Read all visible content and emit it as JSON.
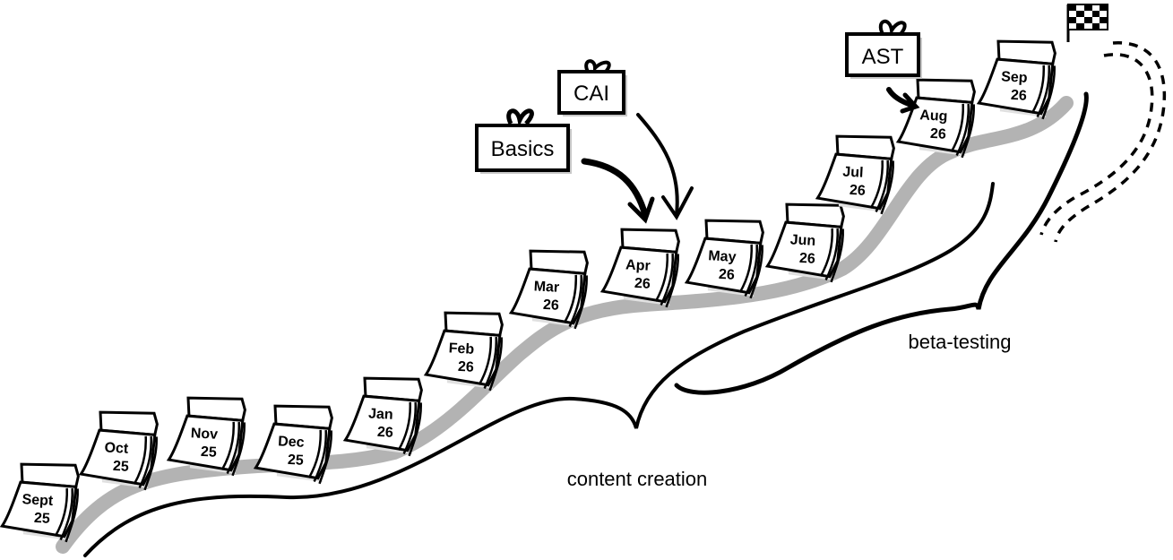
{
  "title": "Project timeline roadmap",
  "months": [
    {
      "month": "Sept",
      "year": "25"
    },
    {
      "month": "Oct",
      "year": "25"
    },
    {
      "month": "Nov",
      "year": "25"
    },
    {
      "month": "Dec",
      "year": "25"
    },
    {
      "month": "Jan",
      "year": "26"
    },
    {
      "month": "Feb",
      "year": "26"
    },
    {
      "month": "Mar",
      "year": "26"
    },
    {
      "month": "Apr",
      "year": "26"
    },
    {
      "month": "May",
      "year": "26"
    },
    {
      "month": "Jun",
      "year": "26"
    },
    {
      "month": "Jul",
      "year": "26"
    },
    {
      "month": "Aug",
      "year": "26"
    },
    {
      "month": "Sep",
      "year": "26"
    }
  ],
  "deliverables": [
    {
      "label": "Basics",
      "target_month": "Apr 26"
    },
    {
      "label": "CAI",
      "target_month": "Apr 26"
    },
    {
      "label": "AST",
      "target_month": "Aug 26"
    }
  ],
  "phases": [
    {
      "label": "content creation"
    },
    {
      "label": "beta-testing"
    }
  ],
  "finish": {
    "icon": "checkered-flag-icon"
  },
  "colors": {
    "ink": "#000000",
    "road": "#b3b3b3",
    "shadow": "#d9d9d9",
    "paper": "#ffffff"
  }
}
